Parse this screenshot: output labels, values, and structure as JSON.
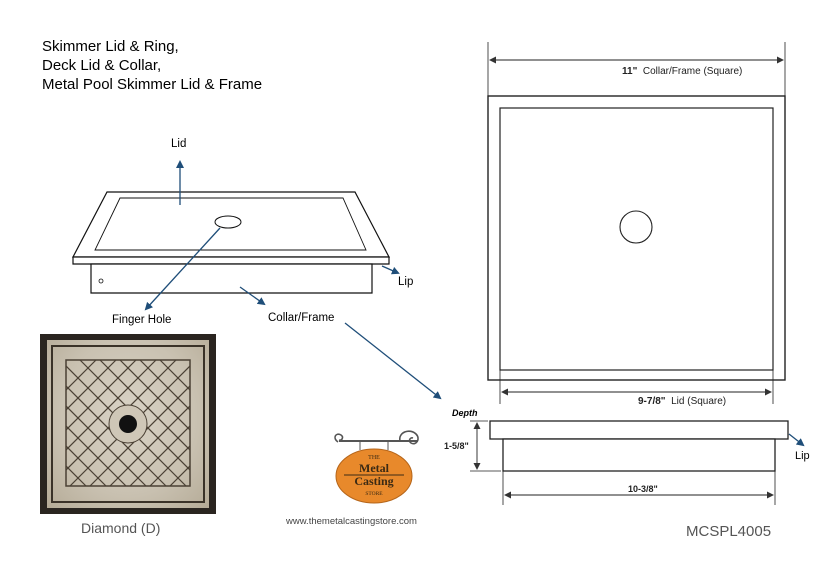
{
  "title_lines": [
    "Skimmer Lid & Ring,",
    "Deck Lid & Collar,",
    "Metal Pool Skimmer Lid & Frame"
  ],
  "labels": {
    "lid": "Lid",
    "lip": "Lip",
    "finger_hole": "Finger Hole",
    "collar_frame": "Collar/Frame",
    "lip_side": "Lip",
    "depth": "Depth"
  },
  "dimensions": {
    "frame_width_value": "11\"",
    "frame_width_text": "Collar/Frame (Square)",
    "lid_width_value": "9-7/8\"",
    "lid_width_text": "Lid (Square)",
    "depth_value": "1-5/8\"",
    "bottom_width_value": "10-3/8\""
  },
  "photo_caption": "Diamond (D)",
  "logo": {
    "line1": "THE",
    "line2": "Metal",
    "line3": "Casting",
    "line4": "STORE"
  },
  "website": "www.themetalcastingstore.com",
  "product_code": "MCSPL4005",
  "colors": {
    "arrow": "#1f4e79",
    "logo_orange": "#e8892b",
    "logo_text": "#3b2a14"
  }
}
